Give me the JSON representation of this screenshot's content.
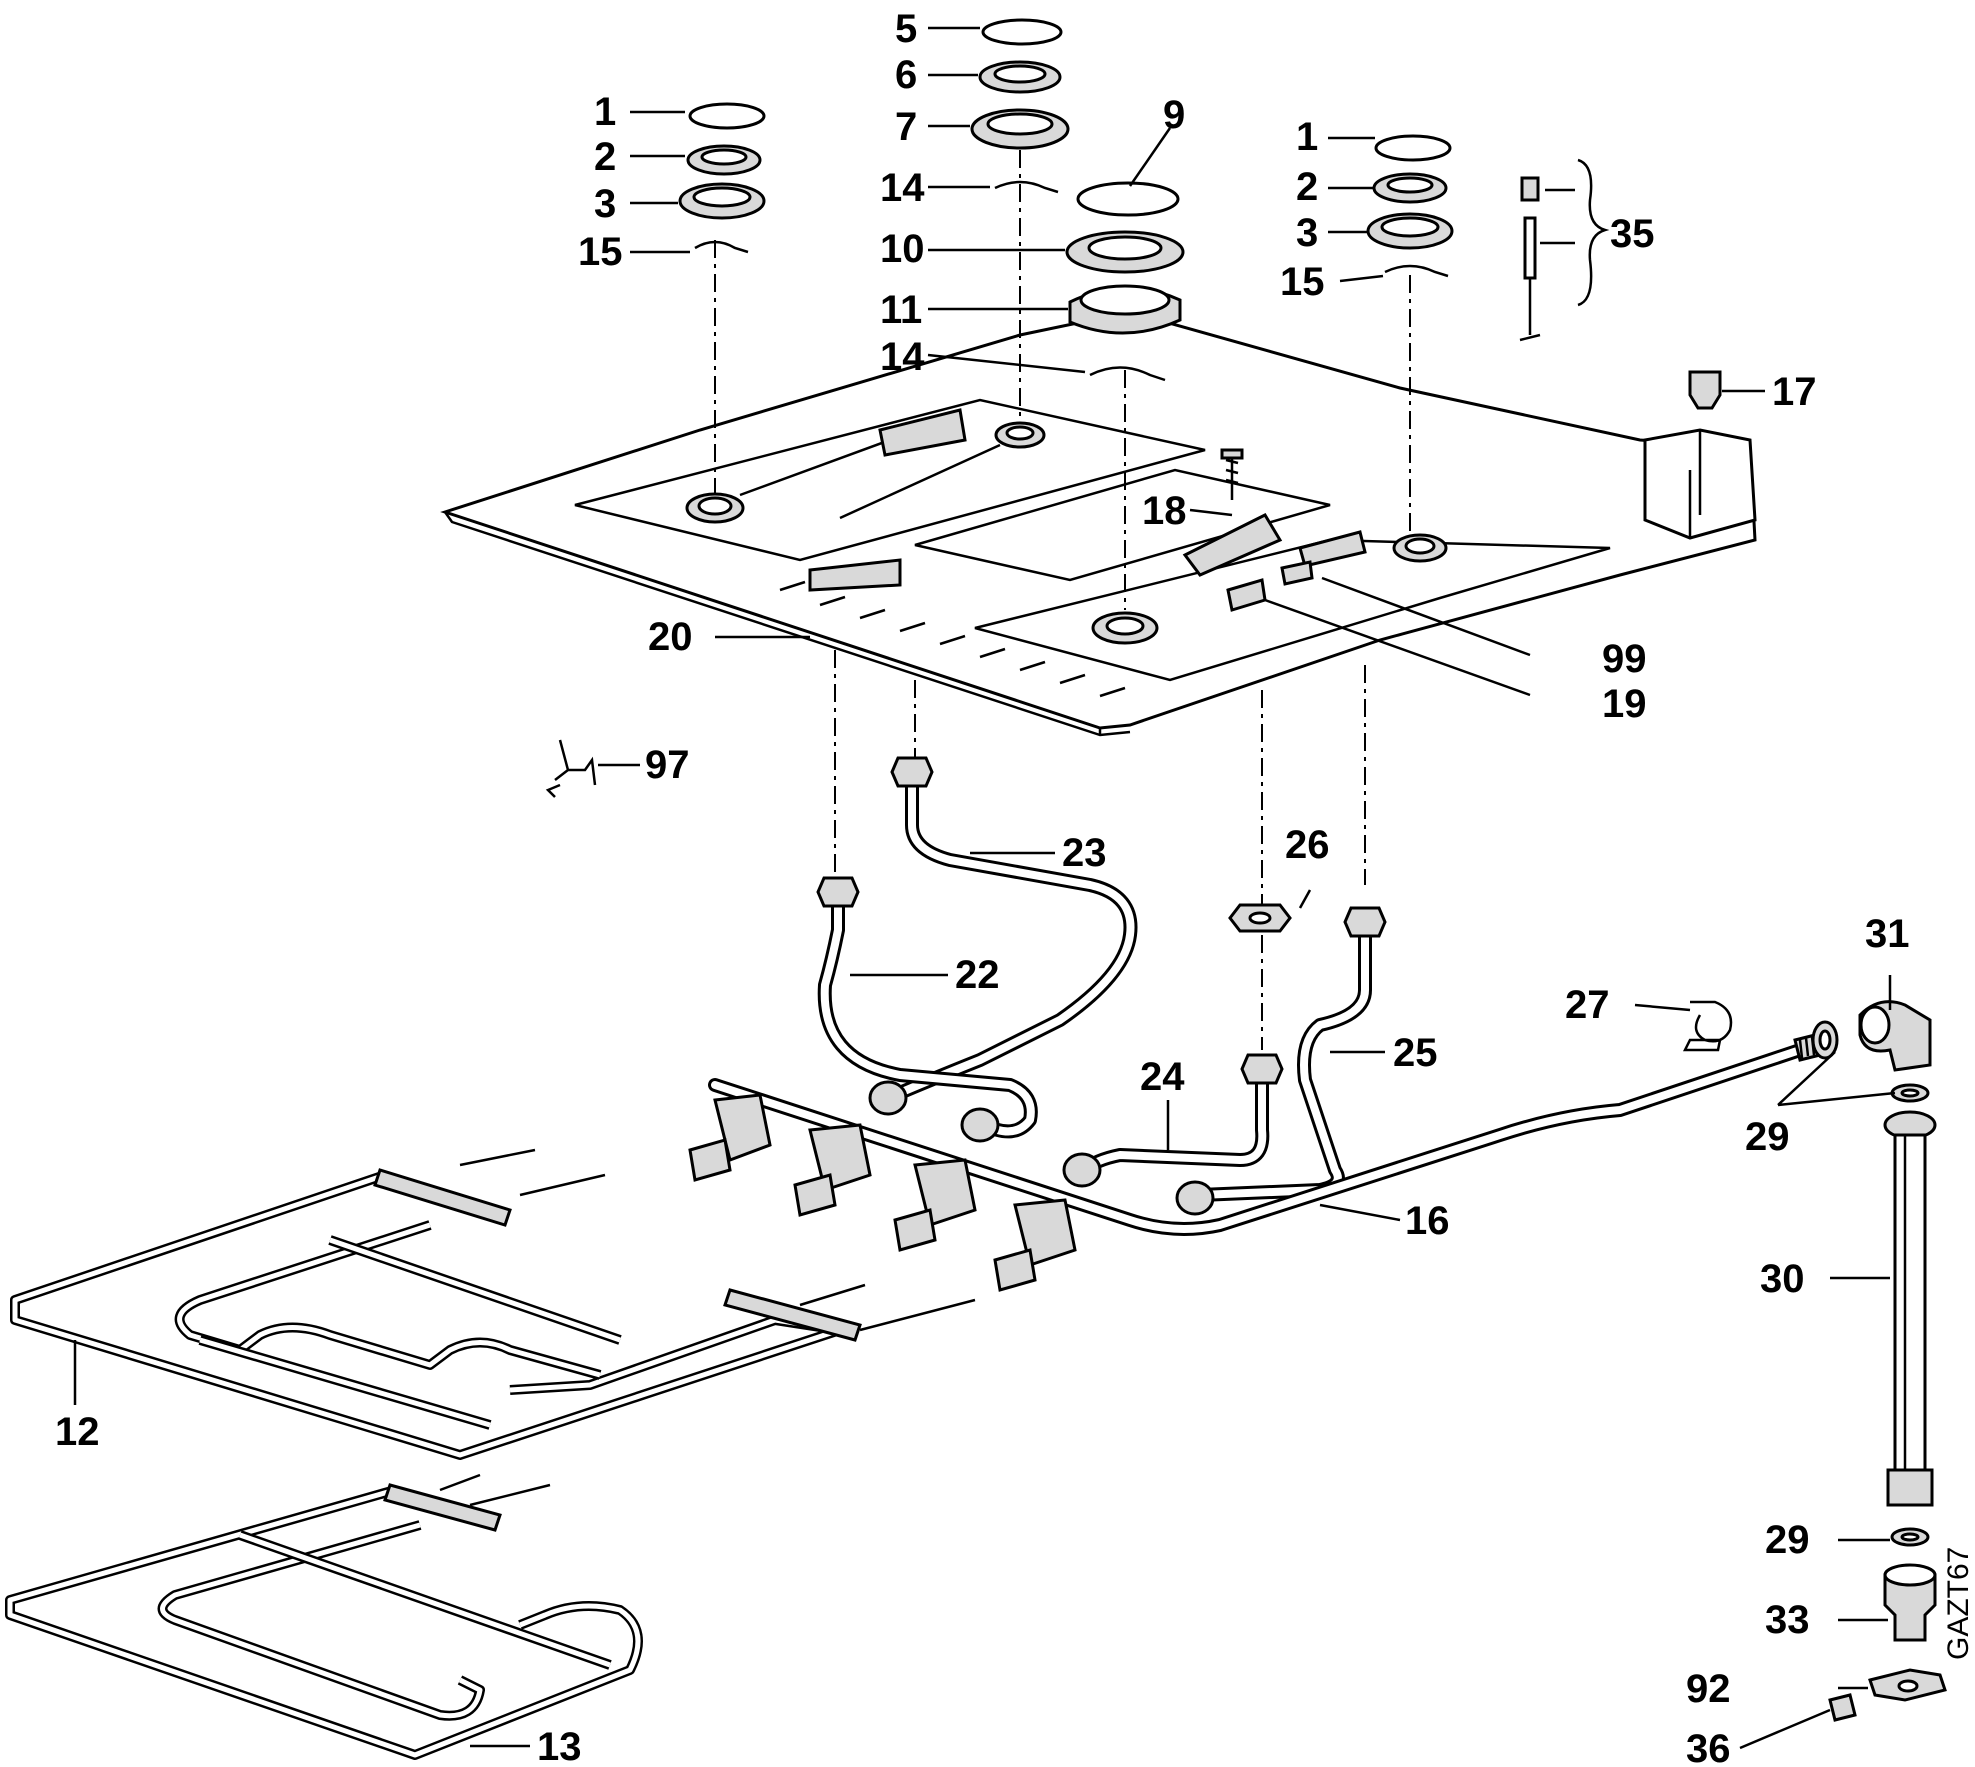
{
  "diagram": {
    "code": "GAZT67",
    "callouts": {
      "c1a": "1",
      "c2a": "2",
      "c3a": "3",
      "c15a": "15",
      "c5": "5",
      "c6": "6",
      "c7": "7",
      "c14a": "14",
      "c9": "9",
      "c10": "10",
      "c11": "11",
      "c14b": "14",
      "c1b": "1",
      "c2b": "2",
      "c3b": "3",
      "c15b": "15",
      "c35": "35",
      "c17": "17",
      "c18": "18",
      "c99": "99",
      "c19": "19",
      "c20": "20",
      "c97": "97",
      "c23": "23",
      "c26": "26",
      "c22": "22",
      "c31": "31",
      "c27": "27",
      "c25": "25",
      "c24": "24",
      "c29a": "29",
      "c16": "16",
      "c30": "30",
      "c12": "12",
      "c29b": "29",
      "c33": "33",
      "c92": "92",
      "c13": "13",
      "c36": "36"
    },
    "colors": {
      "ink": "#000000",
      "paper": "#ffffff",
      "shade": "#d9d9d9"
    }
  }
}
